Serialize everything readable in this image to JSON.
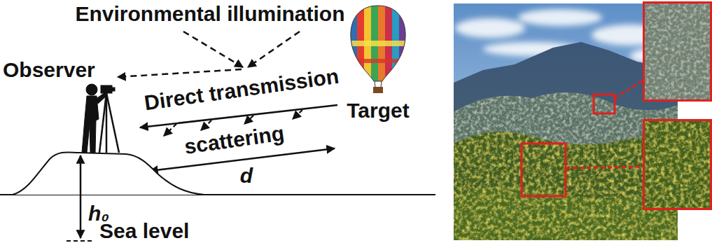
{
  "diagram": {
    "labels": [
      "Environmental illumination",
      "Observer",
      "Direct transmission",
      "Target",
      "scattering",
      "d",
      "h₀",
      "Sea level"
    ]
  }
}
